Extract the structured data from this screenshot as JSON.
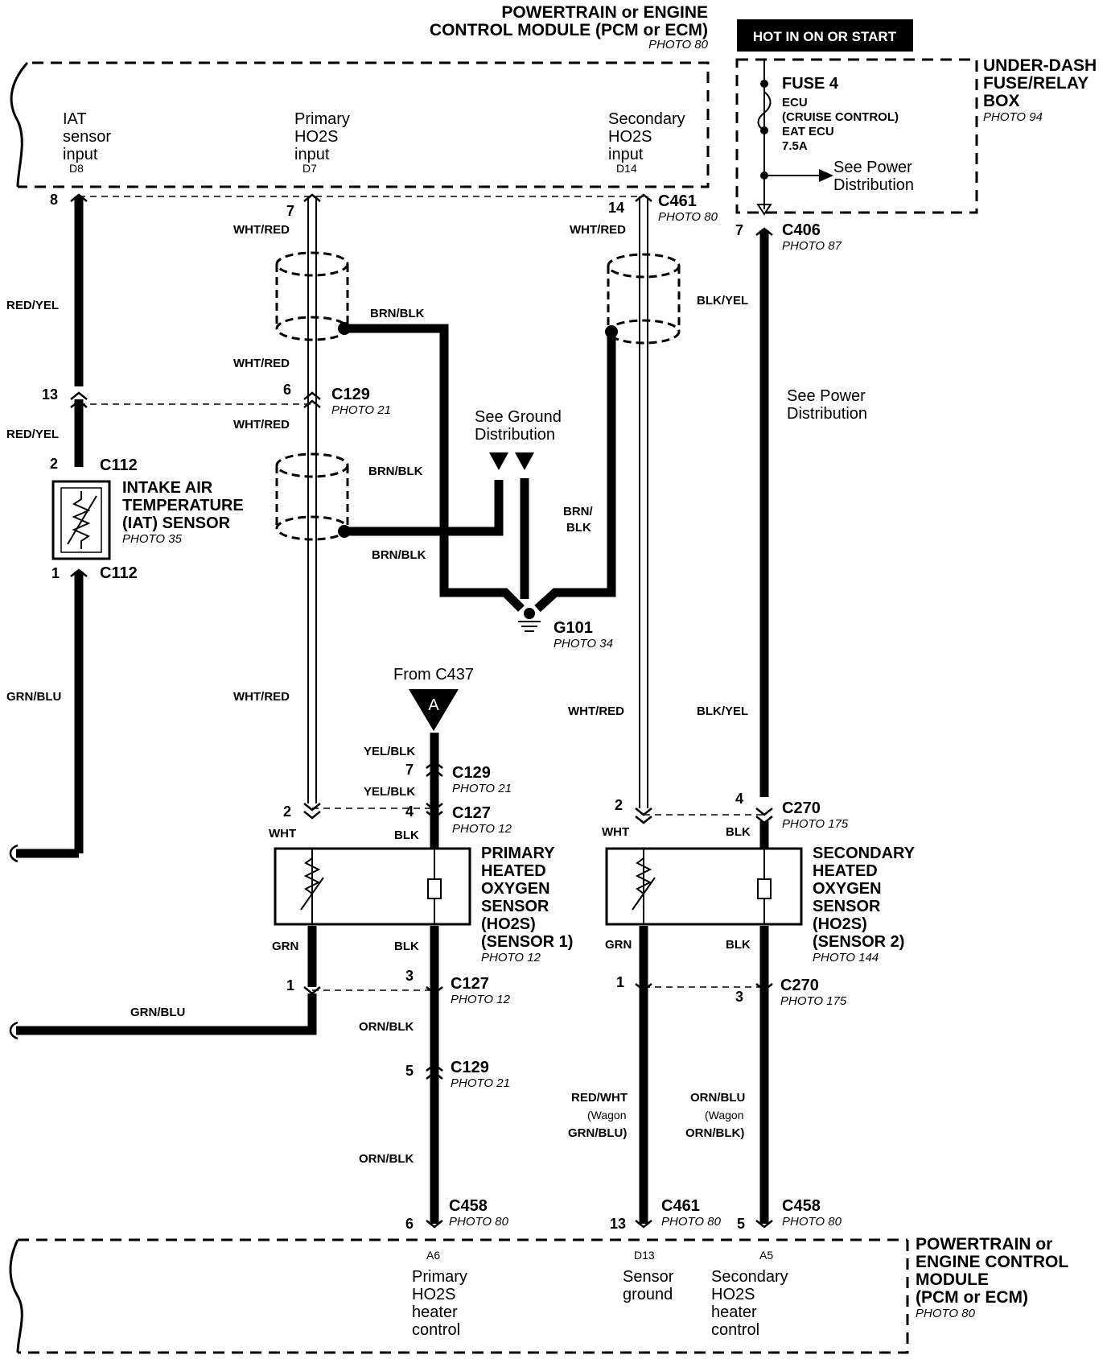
{
  "top_module": {
    "title_line1": "POWERTRAIN or ENGINE",
    "title_line2": "CONTROL MODULE (PCM or ECM)",
    "photo": "PHOTO 80",
    "inputs": [
      {
        "l1": "IAT",
        "l2": "sensor",
        "l3": "input",
        "pin": "D8"
      },
      {
        "l1": "Primary",
        "l2": "HO2S",
        "l3": "input",
        "pin": "D7"
      },
      {
        "l1": "Secondary",
        "l2": "HO2S",
        "l3": "input",
        "pin": "D14"
      }
    ]
  },
  "hot_label": "HOT IN ON OR START",
  "fuse_box": {
    "title_line1": "UNDER-DASH",
    "title_line2": "FUSE/RELAY",
    "title_line3": "BOX",
    "photo": "PHOTO 94",
    "fuse": "FUSE 4",
    "fuse_desc1": "ECU",
    "fuse_desc2": "(CRUISE CONTROL)",
    "fuse_desc3": "EAT ECU",
    "fuse_rating": "7.5A",
    "see_power1": "See Power",
    "see_power2": "Distribution"
  },
  "connectors": {
    "c461_top": {
      "name": "C461",
      "photo": "PHOTO 80"
    },
    "c406": {
      "name": "C406",
      "photo": "PHOTO 87"
    },
    "c129_mid": {
      "name": "C129",
      "photo": "PHOTO 21"
    },
    "c112_top": {
      "name": "C112"
    },
    "c112_bot": {
      "name": "C112"
    },
    "g101": {
      "name": "G101",
      "photo": "PHOTO 34"
    },
    "c129_a": {
      "name": "C129",
      "photo": "PHOTO 21"
    },
    "c127_top": {
      "name": "C127",
      "photo": "PHOTO 12"
    },
    "c270_top": {
      "name": "C270",
      "photo": "PHOTO 175"
    },
    "c127_bot": {
      "name": "C127",
      "photo": "PHOTO 12"
    },
    "c270_bot": {
      "name": "C270",
      "photo": "PHOTO 175"
    },
    "c129_bot": {
      "name": "C129",
      "photo": "PHOTO 21"
    },
    "c458_a": {
      "name": "C458",
      "photo": "PHOTO 80"
    },
    "c461_bot": {
      "name": "C461",
      "photo": "PHOTO 80"
    },
    "c458_b": {
      "name": "C458",
      "photo": "PHOTO 80"
    }
  },
  "pins": {
    "p8": "8",
    "p7": "7",
    "p14": "14",
    "p7r": "7",
    "p13": "13",
    "p6": "6",
    "p2": "2",
    "p1": "1",
    "p7a": "7",
    "p2b": "2",
    "p4a": "4",
    "p2c": "2",
    "p4b": "4",
    "p1b": "1",
    "p3a": "3",
    "p1c": "1",
    "p3b": "3",
    "p5": "5",
    "p6b": "6",
    "p13b": "13",
    "p5b": "5"
  },
  "wires": {
    "red_yel_1": "RED/YEL",
    "red_yel_2": "RED/YEL",
    "wht_red_1": "WHT/RED",
    "wht_red_2": "WHT/RED",
    "wht_red_3": "WHT/RED",
    "wht_red_4": "WHT/RED",
    "wht_red_5": "WHT/RED",
    "wht_red_6": "WHT/RED",
    "brn_blk_1": "BRN/BLK",
    "brn_blk_2": "BRN/BLK",
    "brn_blk_3": "BRN/BLK",
    "brn_blk_4a": "BRN/",
    "brn_blk_4b": "BLK",
    "blk_yel_1": "BLK/YEL",
    "blk_yel_2": "BLK/YEL",
    "grn_blu_1": "GRN/BLU",
    "grn_blu_2": "GRN/BLU",
    "yel_blk_1": "YEL/BLK",
    "yel_blk_2": "YEL/BLK",
    "wht_1": "WHT",
    "blk_1": "BLK",
    "wht_2": "WHT",
    "blk_2": "BLK",
    "grn_1": "GRN",
    "blk_3": "BLK",
    "grn_2": "GRN",
    "blk_4": "BLK",
    "orn_blk_1": "ORN/BLK",
    "orn_blk_2": "ORN/BLK",
    "red_wht_1": "RED/WHT",
    "red_wht_2": "(Wagon",
    "red_wht_3": "GRN/BLU)",
    "orn_blu_1": "ORN/BLU",
    "orn_blu_2": "(Wagon",
    "orn_blu_3": "ORN/BLK)"
  },
  "ground_dist1": "See Ground",
  "ground_dist2": "Distribution",
  "power_dist1": "See Power",
  "power_dist2": "Distribution",
  "iat_sensor": {
    "l1": "INTAKE AIR",
    "l2": "TEMPERATURE",
    "l3": "(IAT) SENSOR",
    "photo": "PHOTO 35"
  },
  "from_c437": "From C437",
  "ref_a": "A",
  "primary_sensor": {
    "l1": "PRIMARY",
    "l2": "HEATED",
    "l3": "OXYGEN",
    "l4": "SENSOR",
    "l5": "(HO2S)",
    "l6": "(SENSOR 1)",
    "photo": "PHOTO 12"
  },
  "secondary_sensor": {
    "l1": "SECONDARY",
    "l2": "HEATED",
    "l3": "OXYGEN",
    "l4": "SENSOR",
    "l5": "(HO2S)",
    "l6": "(SENSOR 2)",
    "photo": "PHOTO 144"
  },
  "bottom_module": {
    "title_line1": "POWERTRAIN or",
    "title_line2": "ENGINE CONTROL",
    "title_line3": "MODULE",
    "title_line4": "(PCM or ECM)",
    "photo": "PHOTO 80",
    "outputs": [
      {
        "pin": "A6",
        "l1": "Primary",
        "l2": "HO2S",
        "l3": "heater",
        "l4": "control"
      },
      {
        "pin": "D13",
        "l1": "Sensor",
        "l2": "ground",
        "l3": "",
        "l4": ""
      },
      {
        "pin": "A5",
        "l1": "Secondary",
        "l2": "HO2S",
        "l3": "heater",
        "l4": "control"
      }
    ]
  }
}
